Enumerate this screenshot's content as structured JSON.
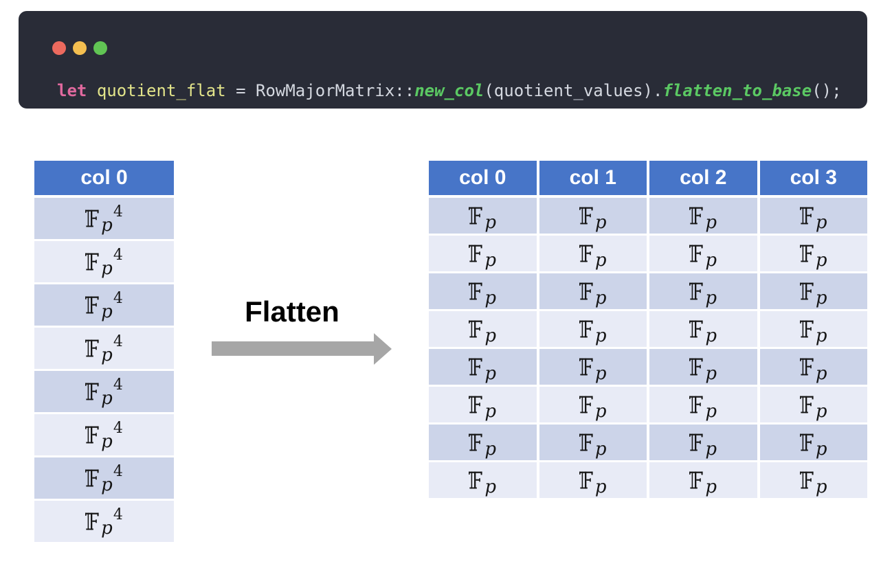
{
  "window": {
    "controls": [
      {
        "name": "close-button",
        "color": "#ec6a5e"
      },
      {
        "name": "minimize-button",
        "color": "#f4bf50"
      },
      {
        "name": "zoom-button",
        "color": "#61c554"
      }
    ],
    "code_tokens": [
      {
        "text": "let",
        "type": "keyword"
      },
      {
        "text": " ",
        "type": "plain"
      },
      {
        "text": "quotient_flat",
        "type": "variable"
      },
      {
        "text": " = RowMajorMatrix::",
        "type": "plain"
      },
      {
        "text": "new_col",
        "type": "function"
      },
      {
        "text": "(quotient_values)",
        "type": "plain"
      },
      {
        "text": ".",
        "type": "plain"
      },
      {
        "text": "flatten_to_base",
        "type": "function"
      },
      {
        "text": "();",
        "type": "plain"
      }
    ],
    "colors": {
      "background": "#292c37",
      "keyword": "#e0699e",
      "variable": "#e2e48a",
      "plain": "#d4d8e0",
      "function": "#5bc963"
    }
  },
  "diagram": {
    "arrow_label": "Flatten",
    "arrow_color": "#a6a6a6",
    "left_table": {
      "header": "col 0",
      "rows": [
        {
          "base": "𝔽",
          "sub": "p",
          "sup": "4"
        },
        {
          "base": "𝔽",
          "sub": "p",
          "sup": "4"
        },
        {
          "base": "𝔽",
          "sub": "p",
          "sup": "4"
        },
        {
          "base": "𝔽",
          "sub": "p",
          "sup": "4"
        },
        {
          "base": "𝔽",
          "sub": "p",
          "sup": "4"
        },
        {
          "base": "𝔽",
          "sub": "p",
          "sup": "4"
        },
        {
          "base": "𝔽",
          "sub": "p",
          "sup": "4"
        },
        {
          "base": "𝔽",
          "sub": "p",
          "sup": "4"
        }
      ]
    },
    "right_table": {
      "headers": [
        "col 0",
        "col 1",
        "col 2",
        "col 3"
      ],
      "rows": [
        [
          {
            "base": "𝔽",
            "sub": "p"
          },
          {
            "base": "𝔽",
            "sub": "p"
          },
          {
            "base": "𝔽",
            "sub": "p"
          },
          {
            "base": "𝔽",
            "sub": "p"
          }
        ],
        [
          {
            "base": "𝔽",
            "sub": "p"
          },
          {
            "base": "𝔽",
            "sub": "p"
          },
          {
            "base": "𝔽",
            "sub": "p"
          },
          {
            "base": "𝔽",
            "sub": "p"
          }
        ],
        [
          {
            "base": "𝔽",
            "sub": "p"
          },
          {
            "base": "𝔽",
            "sub": "p"
          },
          {
            "base": "𝔽",
            "sub": "p"
          },
          {
            "base": "𝔽",
            "sub": "p"
          }
        ],
        [
          {
            "base": "𝔽",
            "sub": "p"
          },
          {
            "base": "𝔽",
            "sub": "p"
          },
          {
            "base": "𝔽",
            "sub": "p"
          },
          {
            "base": "𝔽",
            "sub": "p"
          }
        ],
        [
          {
            "base": "𝔽",
            "sub": "p"
          },
          {
            "base": "𝔽",
            "sub": "p"
          },
          {
            "base": "𝔽",
            "sub": "p"
          },
          {
            "base": "𝔽",
            "sub": "p"
          }
        ],
        [
          {
            "base": "𝔽",
            "sub": "p"
          },
          {
            "base": "𝔽",
            "sub": "p"
          },
          {
            "base": "𝔽",
            "sub": "p"
          },
          {
            "base": "𝔽",
            "sub": "p"
          }
        ],
        [
          {
            "base": "𝔽",
            "sub": "p"
          },
          {
            "base": "𝔽",
            "sub": "p"
          },
          {
            "base": "𝔽",
            "sub": "p"
          },
          {
            "base": "𝔽",
            "sub": "p"
          }
        ],
        [
          {
            "base": "𝔽",
            "sub": "p"
          },
          {
            "base": "𝔽",
            "sub": "p"
          },
          {
            "base": "𝔽",
            "sub": "p"
          },
          {
            "base": "𝔽",
            "sub": "p"
          }
        ]
      ]
    },
    "colors": {
      "header_bg": "#4775c8",
      "header_text": "#ffffff",
      "row_dark": "#ccd4e9",
      "row_light": "#e8ebf6",
      "cell_text": "#151515"
    }
  }
}
